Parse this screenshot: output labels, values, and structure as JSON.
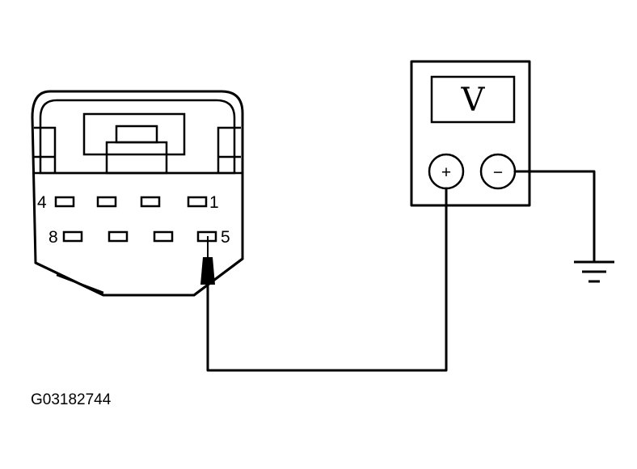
{
  "connector": {
    "pin_labels": {
      "pin4": "4",
      "pin1": "1",
      "pin8": "8",
      "pin5": "5"
    }
  },
  "meter": {
    "display": "V",
    "positive": "+",
    "negative": "−"
  },
  "caption": "G03182744"
}
